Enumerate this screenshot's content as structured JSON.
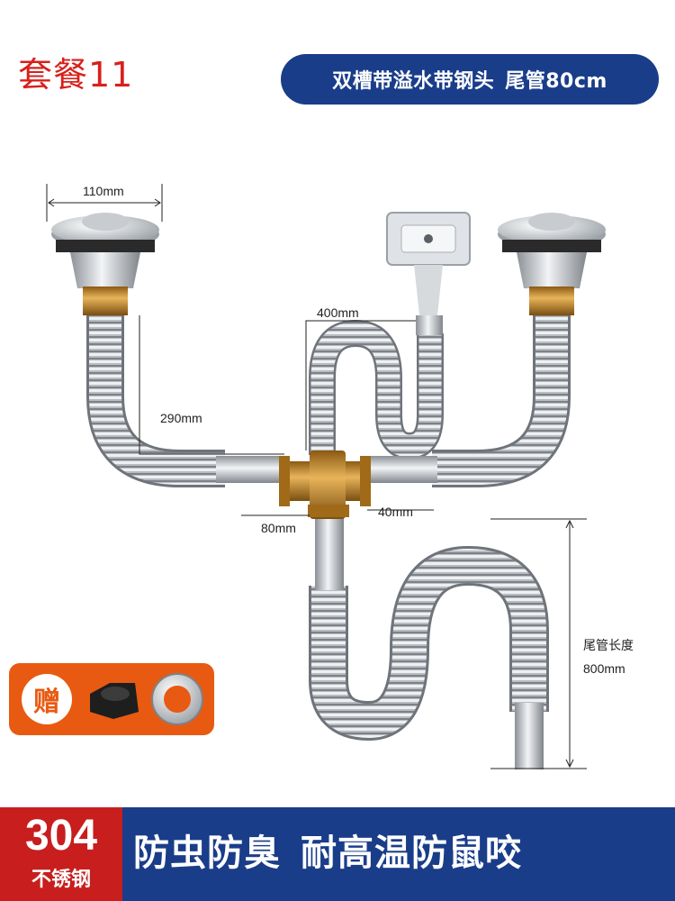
{
  "package_title": "套餐11",
  "banner": {
    "part1": "双槽带溢水带钢头",
    "part2": "尾管80cm"
  },
  "dimensions": {
    "strainer_width": "110mm",
    "overflow_hose_length": "400mm",
    "drop_length": "290mm",
    "tee_width_left": "80mm",
    "tee_width_right": "40mm",
    "tail_pipe_label": "尾管长度",
    "tail_pipe_length": "800mm"
  },
  "gift": {
    "label": "赠"
  },
  "material": {
    "number": "304",
    "label": "不锈钢"
  },
  "slogan": {
    "part1": "防虫防臭",
    "part2": "耐高温防鼠咬"
  },
  "colors": {
    "red": "#d8201c",
    "navy": "#1a3d8a",
    "orange": "#e85a12",
    "brass": "#c9932d"
  }
}
